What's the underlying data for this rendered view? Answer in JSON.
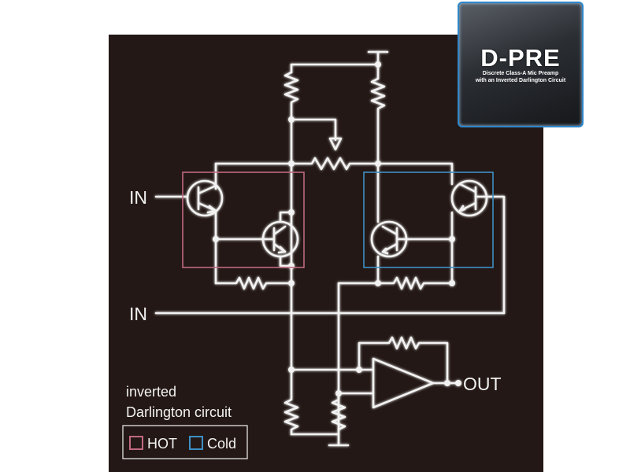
{
  "badge": {
    "title": "D-PRE",
    "subtitle_line1": "Discrete Class-A Mic Preamp",
    "subtitle_line2": "with an Inverted Darlington Circuit"
  },
  "labels": {
    "in_top": "IN",
    "in_bottom": "IN",
    "out": "OUT"
  },
  "legend": {
    "caption_line1": "inverted",
    "caption_line2": "Darlington circuit",
    "hot_label": "HOT",
    "cold_label": "Cold"
  },
  "colors": {
    "background": "#231815",
    "wire": "#f2f2f2",
    "hot": "#c0697f",
    "cold": "#3d8fc6",
    "badge_border": "#2f86c9"
  }
}
